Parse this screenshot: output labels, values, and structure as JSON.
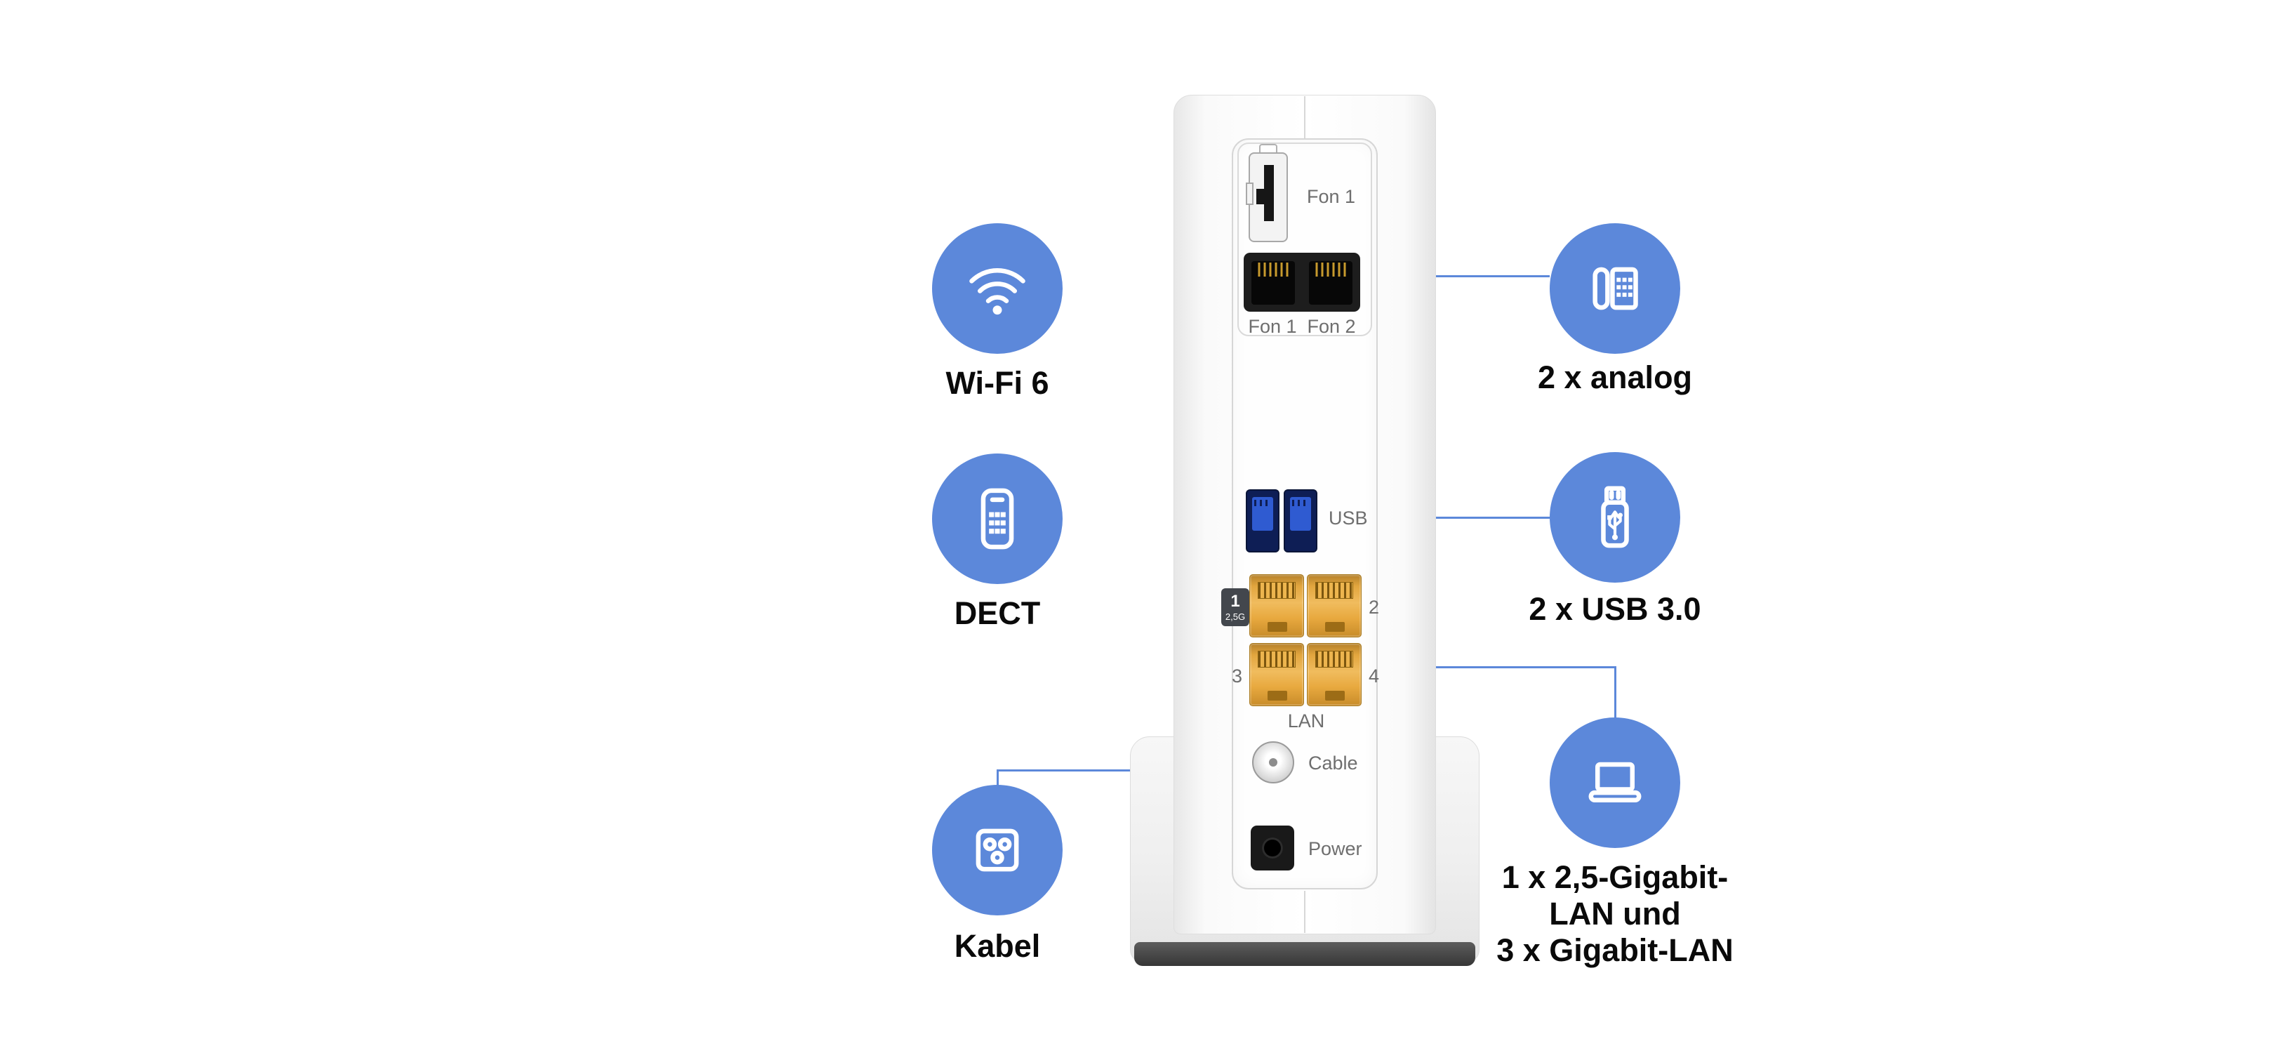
{
  "colors": {
    "accent_blue": "#5C88DA",
    "connector_line_blue": "#5C88DA",
    "port_label_gray": "#6E6E6E",
    "lan_port_orange": "#E3A63C",
    "usb_port_blue": "#2F5BD1"
  },
  "callouts": {
    "wifi": {
      "label": "Wi-Fi 6",
      "icon": "wifi-icon"
    },
    "dect": {
      "label": "DECT",
      "icon": "dect-phone-icon"
    },
    "kabel": {
      "label": "Kabel",
      "icon": "cable-socket-icon"
    },
    "analog": {
      "label": "2 x analog",
      "icon": "analog-phone-icon"
    },
    "usb": {
      "label": "2 x USB 3.0",
      "icon": "usb-stick-icon"
    },
    "lan": {
      "lines": [
        "1 x 2,5-Gigabit-",
        "LAN und",
        "3 x Gigabit-LAN"
      ],
      "icon": "laptop-icon"
    }
  },
  "router": {
    "tae_label": "Fon 1",
    "fon1_label": "Fon 1",
    "fon2_label": "Fon 2",
    "usb_label": "USB",
    "lan_badge_number": "1",
    "lan_badge_speed": "2,5G",
    "lan2_label": "2",
    "lan3_label": "3",
    "lan4_label": "4",
    "lan_label": "LAN",
    "cable_label": "Cable",
    "power_label": "Power"
  }
}
